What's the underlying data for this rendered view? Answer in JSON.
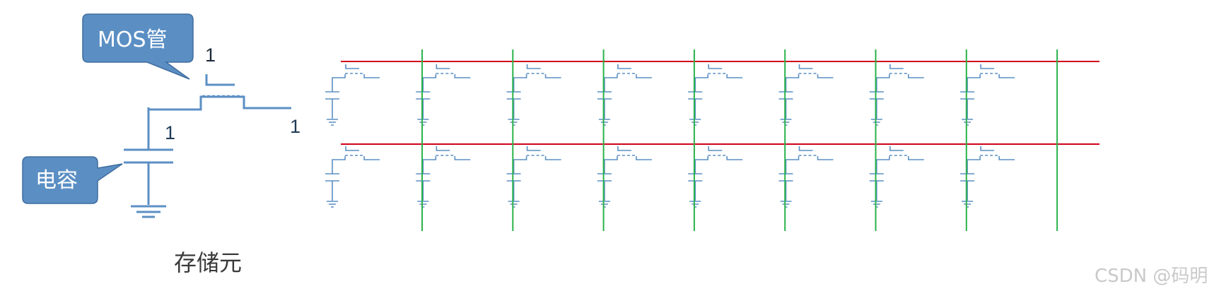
{
  "callouts": {
    "mos": "MOS管",
    "capacitor": "电容"
  },
  "cell_labels": {
    "gate": "1",
    "capacitor_node": "1",
    "bit_line": "1"
  },
  "caption": "存储元",
  "watermark": "CSDN @码明",
  "array": {
    "rows": 2,
    "columns": 8
  },
  "colors": {
    "wire": "#5b8fc4",
    "callout_fill": "#5b8fc4",
    "callout_border": "#3f6c9e",
    "word_line": "#d0021b",
    "bit_line": "#2ab24a",
    "label": "#1f3b57",
    "caption": "#3a3a3a"
  }
}
